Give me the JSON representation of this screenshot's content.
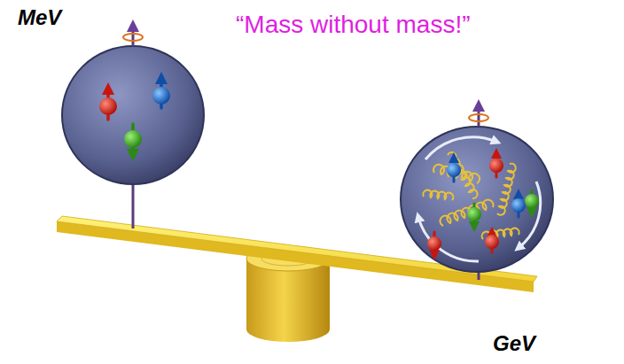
{
  "diagram": {
    "labels": [
      "MeV",
      "“Mass without mass!”",
      "GeV"
    ]
  }
}
